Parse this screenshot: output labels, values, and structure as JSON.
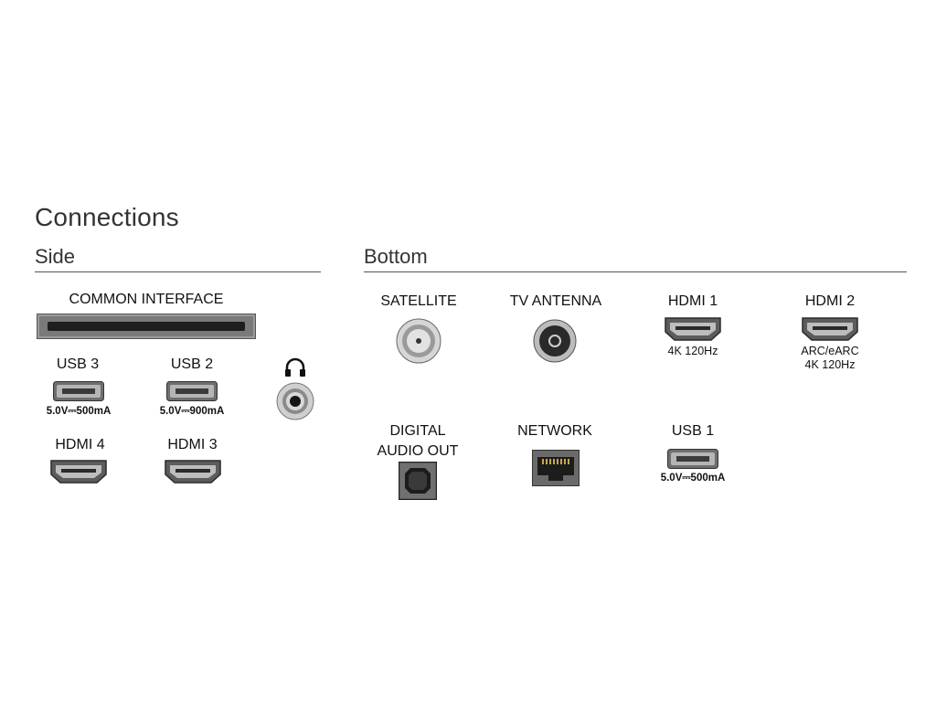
{
  "title": "Connections",
  "sections": {
    "side": "Side",
    "bottom": "Bottom"
  },
  "side": {
    "common_interface": "COMMON INTERFACE",
    "usb3": {
      "label": "USB 3",
      "spec": "5.0V⎓500mA"
    },
    "usb2": {
      "label": "USB 2",
      "spec": "5.0V⎓900mA"
    },
    "hdmi4": "HDMI 4",
    "hdmi3": "HDMI 3"
  },
  "bottom": {
    "satellite": "SATELLITE",
    "tv_antenna": "TV ANTENNA",
    "hdmi1": {
      "label": "HDMI 1",
      "spec": "4K 120Hz"
    },
    "hdmi2": {
      "label": "HDMI 2",
      "spec1": "ARC/eARC",
      "spec2": "4K 120Hz"
    },
    "digital_audio_out_1": "DIGITAL",
    "digital_audio_out_2": "AUDIO OUT",
    "network": "NETWORK",
    "usb1": {
      "label": "USB 1",
      "spec": "5.0V⎓500mA"
    }
  }
}
